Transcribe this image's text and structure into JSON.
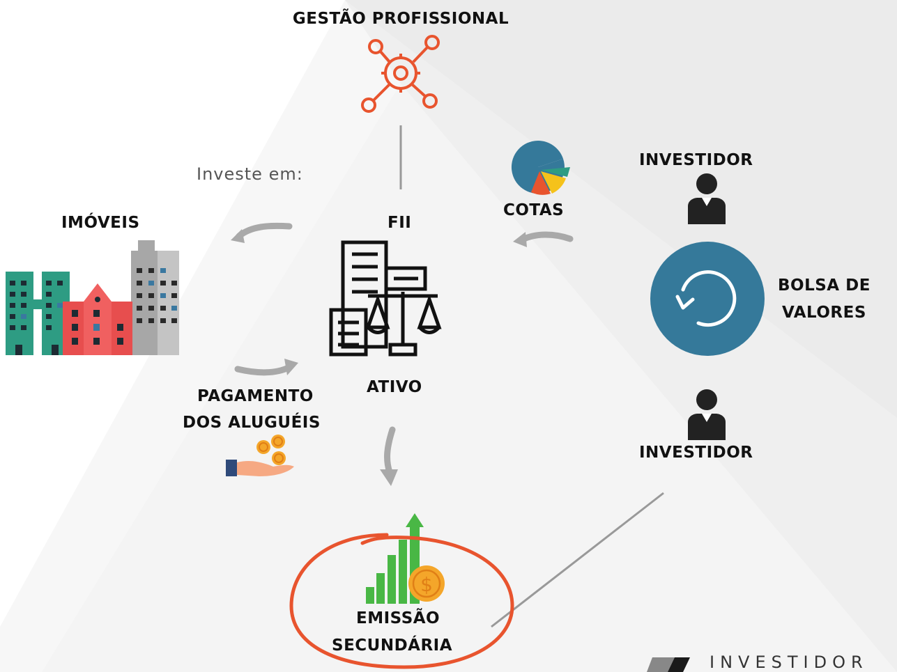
{
  "top": {
    "title": "GESTÃO PROFISSIONAL"
  },
  "middle": {
    "invests_in": "Investe em:",
    "properties_label": "IMÓVEIS",
    "fund_label": "FII",
    "asset_label": "ATIVO",
    "rent_payment_line1": "PAGAMENTO",
    "rent_payment_line2": "DOS ALUGUÉIS",
    "shares_label": "COTAS"
  },
  "right": {
    "investor_top": "INVESTIDOR",
    "exchange_line1": "BOLSA DE",
    "exchange_line2": "VALORES",
    "investor_bottom": "INVESTIDOR"
  },
  "bottom": {
    "issue_line1": "EMISSÃO",
    "issue_line2": "SECUNDÁRIA"
  },
  "brand": {
    "text": "INVESTIDOR"
  },
  "colors": {
    "accent_orange": "#e8542e",
    "exchange_blue": "#35799a",
    "growth_green": "#49b745",
    "coin_gold": "#f4a62a",
    "arrow_gray": "#a9a9a9"
  },
  "icons": [
    "gear-network-icon",
    "building-scale-icon",
    "city-buildings-icon",
    "pie-chart-icon",
    "person-icon",
    "refresh-circle-icon",
    "hand-coins-icon",
    "growth-chart-icon"
  ]
}
